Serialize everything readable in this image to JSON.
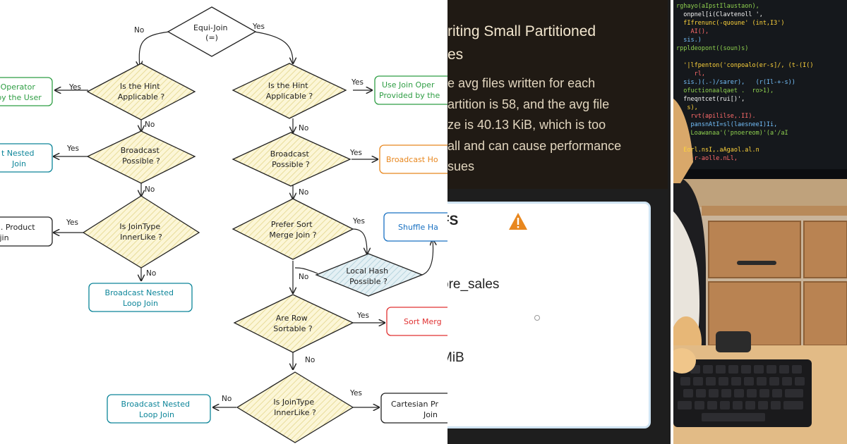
{
  "flowchart": {
    "left": {
      "hint_decision": "Is the Hint\nApplicable ?",
      "hint_yes": "Yes",
      "hint_result": "Operator\nby the User",
      "hint_no": "No",
      "broadcast_decision": "Broadcast\nPossible ?",
      "broadcast_yes": "Yes",
      "broadcast_result": "t Nested\nJoin",
      "broadcast_no": "No",
      "jointype_decision": "Is JoinType\nInnerLike ?",
      "jointype_yes": "Yes",
      "jointype_result": ". Product\njin",
      "jointype_no": "No",
      "final_result": "Broadcast Nested\nLoop Join"
    },
    "root": {
      "decision": "Equi-Join\n(=)",
      "no": "No",
      "yes": "Yes"
    },
    "right": {
      "hint_decision": "Is the Hint\nApplicable ?",
      "hint_yes": "Yes",
      "hint_result": "Use Join Oper\nProvided by the",
      "hint_no": "No",
      "broadcast_decision": "Broadcast\nPossible ?",
      "broadcast_yes": "Yes",
      "broadcast_result": "Broadcast Ho",
      "broadcast_no": "No",
      "sortmerge_decision": "Prefer Sort\nMerge Join ?",
      "sortmerge_yes": "Yes",
      "shuffle_result": "Shuffle Ha",
      "localhash_decision": "Local Hash\nPossible ?",
      "sortmerge_no": "No",
      "sortable_decision": "Are Row\nSortable ?",
      "sortable_yes": "Yes",
      "sortable_result": "Sort Merg",
      "sortable_no": "No",
      "jointype_decision": "Is JoinType\nInnerLike ?",
      "jointype_yes": "Yes",
      "jointype_result": "Cartesian Pr\nJoin",
      "jointype_no": "No",
      "final_result": "Broadcast Nested\nLoop Join"
    },
    "colors": {
      "diamond_fill": "#fcf6d7",
      "diamond_hatch": "#e8dc9a",
      "local_hash_fill": "#e4f0f4",
      "green": "#2f9e44",
      "teal": "#0c8599",
      "orange": "#e8871e",
      "blue": "#1971c2",
      "red": "#e03131",
      "black": "#222222"
    }
  },
  "warning_panel": {
    "title": "riting Small Partitioned\nes",
    "body": "e avg files written for each\nartition is 58, and the avg file\nze is 40.13 KiB, which is too\nall and can cause performance\nsues",
    "card_header": "FS",
    "card_table": "ore_sales",
    "card_size": "MiB",
    "warn_icon": "warning-triangle-icon",
    "colors": {
      "accent": "#e8871e",
      "bg": "#1e1e1e",
      "box": "#201a14"
    }
  },
  "photo_panel": {
    "description_icon": "dog-at-computer-image",
    "code_lines": [
      "rghayo(aIpstIlaustaon),",
      "  onpnel[i(Clavtenoll ',",
      "  fIfrenunc(-quoune' (int,I3')",
      "    AI(),",
      "  sis.)",
      "rppldeopont((soun)s)",
      "",
      "  '|lfpenton('conpoalo(er-s]/, (t-(I()",
      "     rl,",
      "  sis.)(.-)/sarer),   (r(Il-+-s))",
      "  ofuctionaalqaet .  ro>1),",
      "  fneqntcet(rui[)',",
      "   s),",
      "    rvt(apililse,.II).",
      "    pansnAtI=sl(laesneeI)Ii,",
      "    Loawanaa'('pnoereom)'(a'/aI",
      "",
      "  Eorl.nsI,.aAgaol.al.n",
      "    -r-aolle.nLl,"
    ],
    "code_colors": [
      "#8fd14f",
      "#f5f5f5",
      "#ffd43b",
      "#ff6b6b",
      "#74c0fc"
    ]
  }
}
